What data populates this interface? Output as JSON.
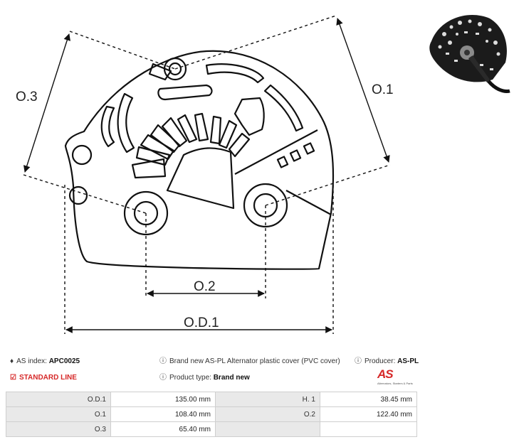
{
  "drawing": {
    "labels": {
      "o3": "O.3",
      "o1": "O.1",
      "o2": "O.2",
      "od1": "O.D.1"
    }
  },
  "thumbnail": {
    "icon": "product-photo-icon"
  },
  "info": {
    "as_index_label": "AS index:",
    "as_index_value": "APC0025",
    "line_label": "STANDARD LINE",
    "description": "Brand new AS-PL Alternator plastic cover (PVC cover)",
    "producer_label": "Producer:",
    "producer_value": "AS-PL",
    "product_type_label": "Product type:",
    "product_type_value": "Brand new"
  },
  "logo": {
    "text": "AS",
    "tagline": "Alternators, Starters & Parts",
    "color": "#d62828"
  },
  "specs": [
    {
      "label": "O.D.1",
      "value": "135.00 mm",
      "label2": "H. 1",
      "value2": "38.45 mm"
    },
    {
      "label": "O.1",
      "value": "108.40 mm",
      "label2": "O.2",
      "value2": "122.40 mm"
    },
    {
      "label": "O.3",
      "value": "65.40 mm",
      "label2": "",
      "value2": ""
    }
  ]
}
